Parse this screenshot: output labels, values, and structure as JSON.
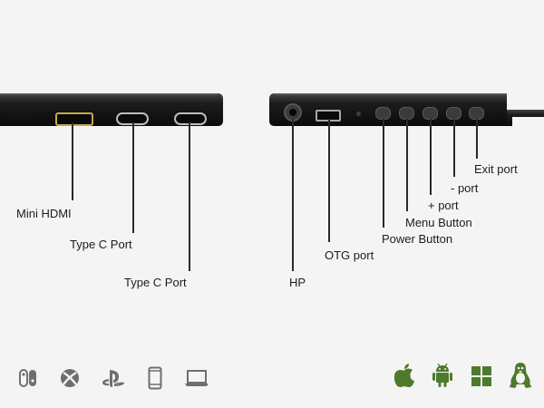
{
  "labels": {
    "mini_hdmi": "Mini HDMI",
    "type_c_1": "Type C Port",
    "type_c_2": "Type C Port",
    "hp": "HP",
    "otg": "OTG port",
    "power": "Power Button",
    "menu": "Menu Button",
    "plus": "+ port",
    "minus": "- port",
    "exit": "Exit port"
  },
  "colors": {
    "device": "#141414",
    "icon_gray": "#6f6f6f",
    "icon_green": "#4e7a2c",
    "hdmi_gold": "#c9a64a"
  },
  "icons_left": [
    "nintendo-switch-icon",
    "xbox-icon",
    "playstation-icon",
    "phone-icon",
    "laptop-icon"
  ],
  "icons_right": [
    "apple-icon",
    "android-icon",
    "windows-icon",
    "linux-icon"
  ]
}
